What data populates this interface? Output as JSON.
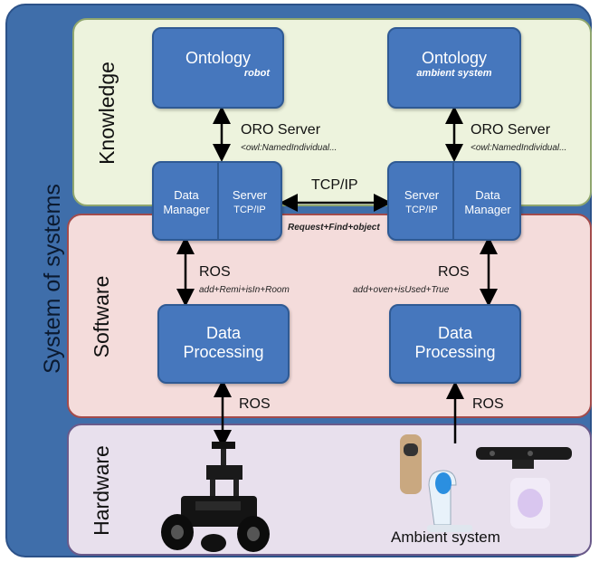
{
  "outer_label": "System of systems",
  "layers": {
    "knowledge": "Knowledge",
    "software": "Software",
    "hardware": "Hardware"
  },
  "ontology_left": {
    "title": "Ontology",
    "subtitle": "robot"
  },
  "ontology_right": {
    "title": "Ontology",
    "subtitle": "ambient system"
  },
  "oro_left": {
    "label": "ORO Server",
    "detail": "<owl:NamedIndividual..."
  },
  "oro_right": {
    "label": "ORO Server",
    "detail": "<owl:NamedIndividual..."
  },
  "tcpip_label": "TCP/IP",
  "request_text": "Request+Find+object",
  "dm_left": {
    "dm_line1": "Data",
    "dm_line2": "Manager",
    "srv_line1": "Server",
    "srv_line2": "TCP/IP"
  },
  "dm_right": {
    "srv_line1": "Server",
    "srv_line2": "TCP/IP",
    "dm_line1": "Data",
    "dm_line2": "Manager"
  },
  "ros_left": {
    "label": "ROS",
    "detail": "add+Remi+isIn+Room"
  },
  "ros_right": {
    "label": "ROS",
    "detail": "add+oven+isUsed+True"
  },
  "dp_left": {
    "line1": "Data",
    "line2": "Processing"
  },
  "dp_right": {
    "line1": "Data",
    "line2": "Processing"
  },
  "ros_hw_left": "ROS",
  "ros_hw_right": "ROS",
  "ambient_label": "Ambient system",
  "colors": {
    "outer": "#3f6eaa",
    "box": "#4677bd",
    "knowledge": "#edf3dd",
    "software": "#f4dcdb",
    "hardware": "#e8e0ed"
  }
}
